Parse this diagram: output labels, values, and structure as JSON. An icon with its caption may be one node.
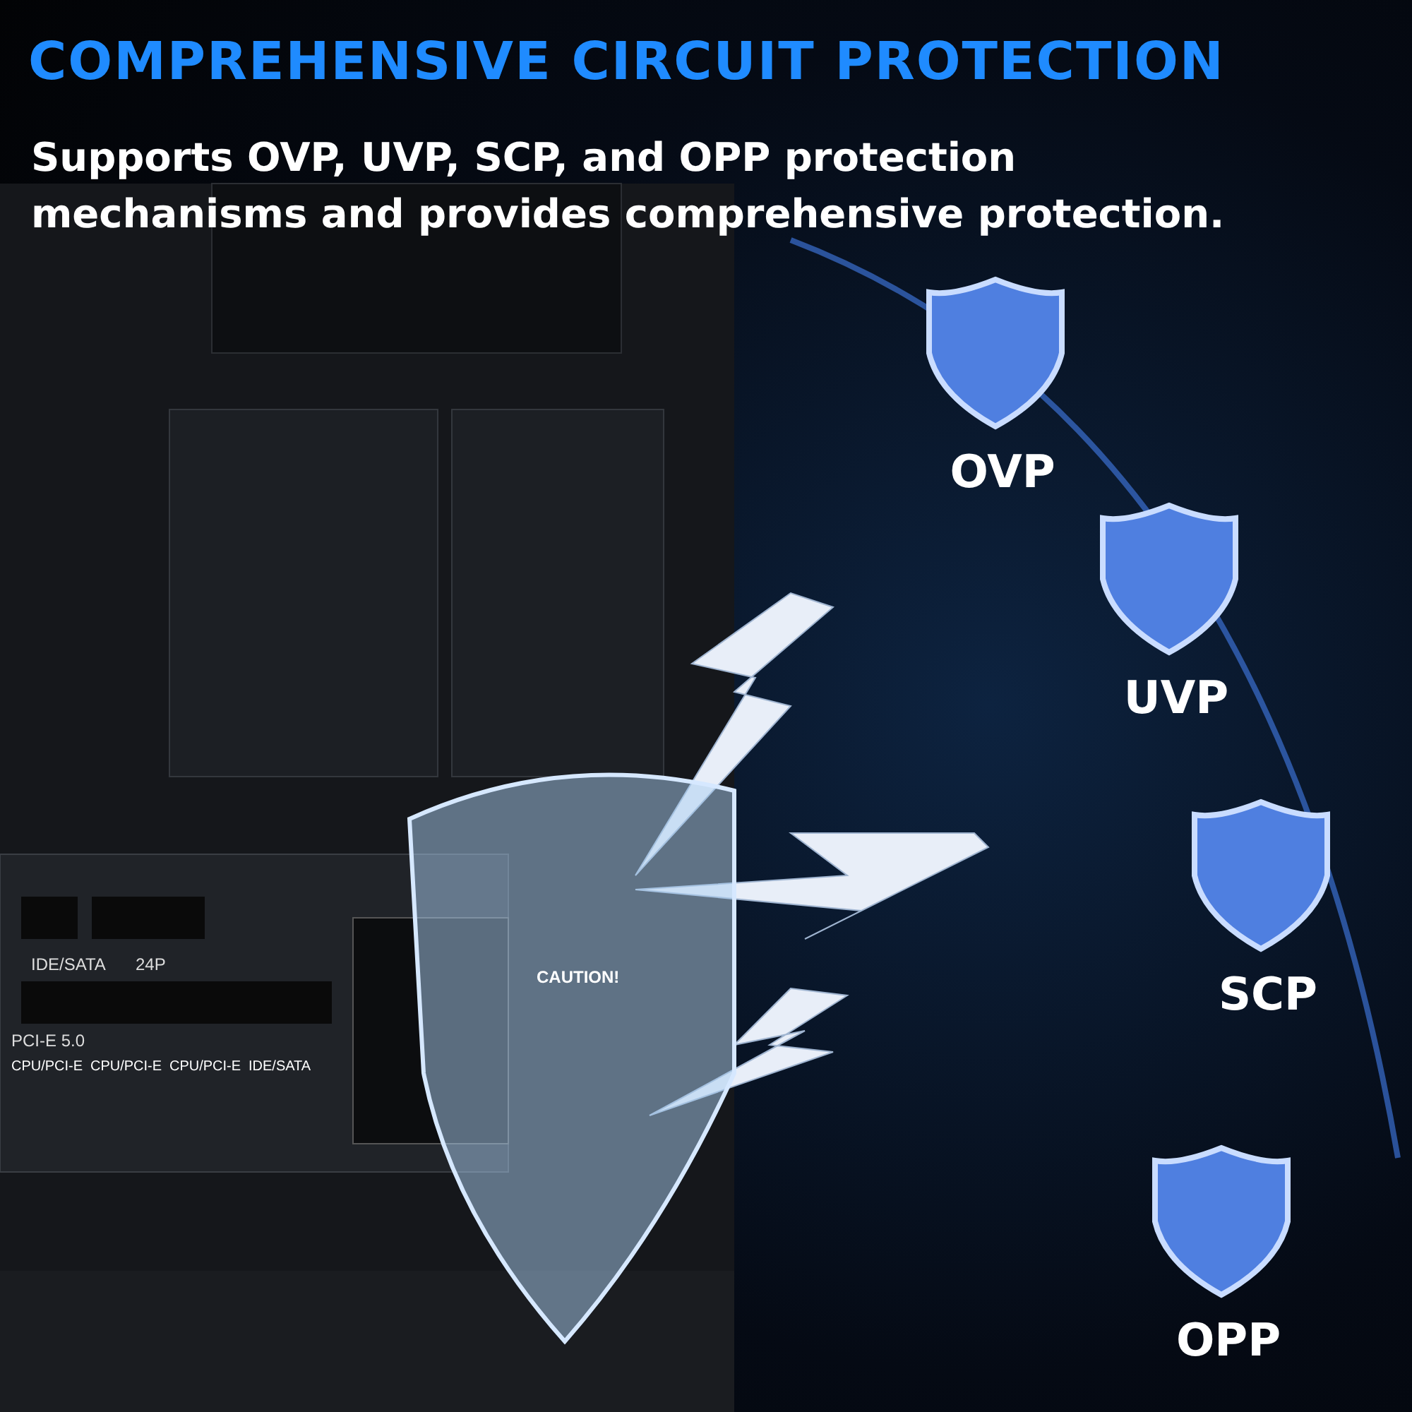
{
  "diagram": {
    "title": "COMPREHENSIVE CIRCUIT PROTECTION",
    "caption": "Supports OVP, UVP, SCP, and OPP protection mechanisms and provides comprehensive protection.",
    "nodes": [
      {
        "text": [
          "OVP"
        ]
      },
      {
        "text": [
          "UVP"
        ]
      },
      {
        "text": [
          "SCP"
        ]
      },
      {
        "text": [
          "OPP"
        ]
      }
    ],
    "labels": [
      "IDE/SATA",
      "24P",
      "PCI-E 5.0",
      "CPU/PCI-E",
      "CPU/PCI-E",
      "CPU/PCI-E",
      "IDE/SATA",
      "CAUTION!"
    ]
  }
}
